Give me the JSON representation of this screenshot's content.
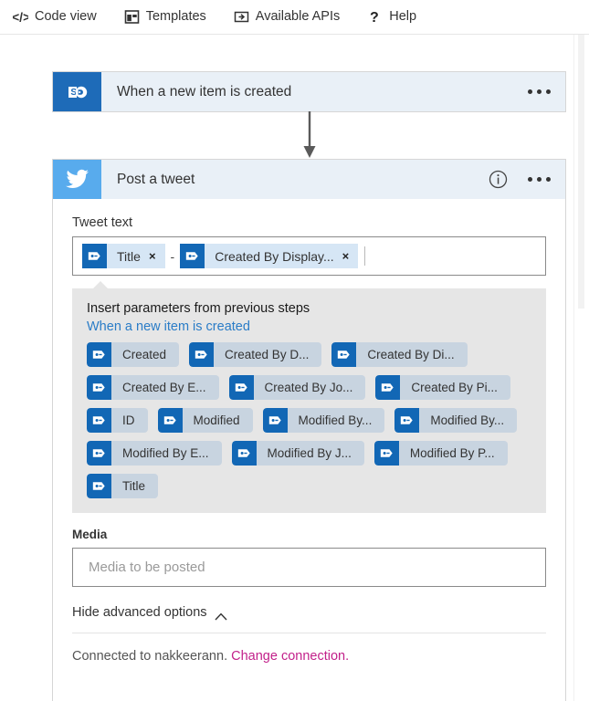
{
  "toolbar": {
    "items": [
      {
        "label": "Code view",
        "icon": "code-icon"
      },
      {
        "label": "Templates",
        "icon": "templates-icon"
      },
      {
        "label": "Available APIs",
        "icon": "available-apis-icon"
      },
      {
        "label": "Help",
        "icon": "help-icon"
      }
    ]
  },
  "trigger_card": {
    "title": "When a new item is created",
    "app_icon": "sharepoint-icon",
    "tile_color": "#1e6bb8",
    "menu_icon": "ellipsis-icon"
  },
  "connector": {
    "icon": "arrow-down-icon"
  },
  "action_card": {
    "title": "Post a tweet",
    "app_icon": "twitter-icon",
    "tile_color": "#58abed",
    "info_icon": "info-icon",
    "menu_icon": "ellipsis-icon",
    "tweet_text": {
      "label": "Tweet text",
      "tokens": [
        {
          "text": "Title",
          "remove": "×"
        },
        {
          "separator": "-"
        },
        {
          "text": "Created By Display...",
          "remove": "×"
        }
      ]
    },
    "params_panel": {
      "title": "Insert parameters from previous steps",
      "step_link": "When a new item is created",
      "chips": [
        "Created",
        "Created By D...",
        "Created By Di...",
        "Created By E...",
        "Created By Jo...",
        "Created By Pi...",
        "ID",
        "Modified",
        "Modified By...",
        "Modified By...",
        "Modified By E...",
        "Modified By J...",
        "Modified By P...",
        "Title"
      ]
    },
    "media": {
      "label": "Media",
      "placeholder": "Media to be posted",
      "value": ""
    },
    "advanced": {
      "label": "Hide advanced options",
      "icon": "chevron-up-icon"
    },
    "connection": {
      "text": "Connected to nakkeerann.",
      "link": "Change connection.",
      "link_color": "#c2208a"
    }
  }
}
